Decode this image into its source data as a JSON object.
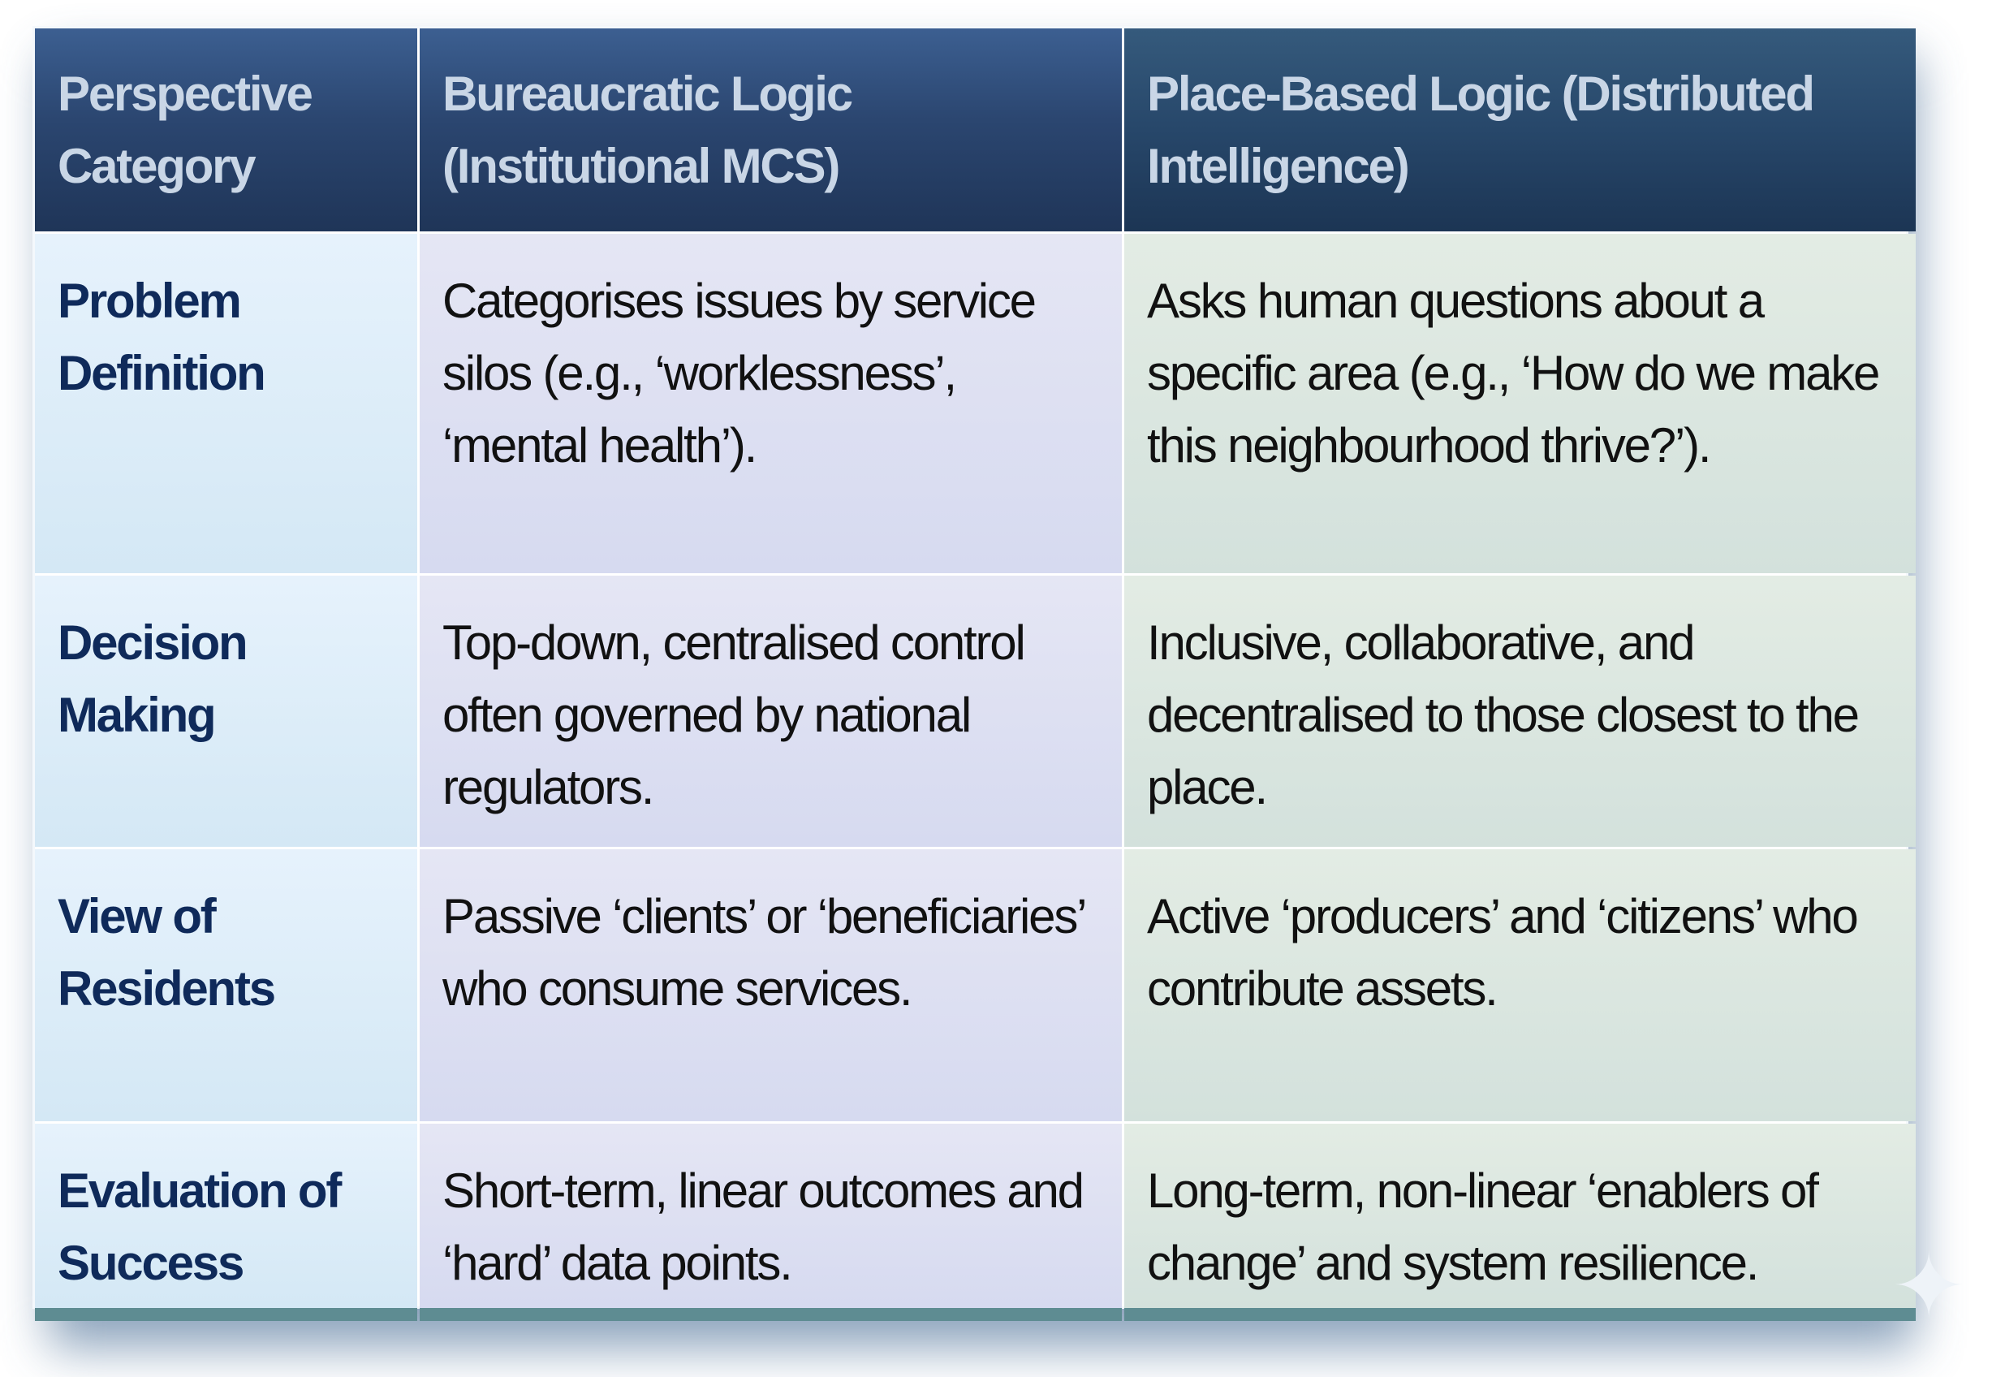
{
  "table": {
    "headers": [
      "Perspective Category",
      "Bureaucratic Logic (Institutional MCS)",
      "Place-Based Logic (Distributed Intelligence)"
    ],
    "rows": [
      {
        "category": "Problem Definition",
        "bureaucratic": "Categorises issues by service silos (e.g., ‘worklessness’, ‘mental health’).",
        "place_based": "Asks human questions about a specific area (e.g., ‘How do we make this neighbourhood thrive?’)."
      },
      {
        "category": "Decision Making",
        "bureaucratic": "Top-down, centralised control often governed by national regulators.",
        "place_based": "Inclusive, collaborative, and decentralised to those closest to the place."
      },
      {
        "category": "View of Residents",
        "bureaucratic": "Passive ‘clients’ or ‘beneficiaries’ who consume services.",
        "place_based": "Active ‘producers’ and ‘citizens’ who contribute assets."
      },
      {
        "category": "Evaluation of Success",
        "bureaucratic": "Short-term, linear outcomes and ‘hard’ data points.",
        "place_based": "Long-term, non-linear ‘enablers of change’ and system resilience."
      }
    ]
  }
}
